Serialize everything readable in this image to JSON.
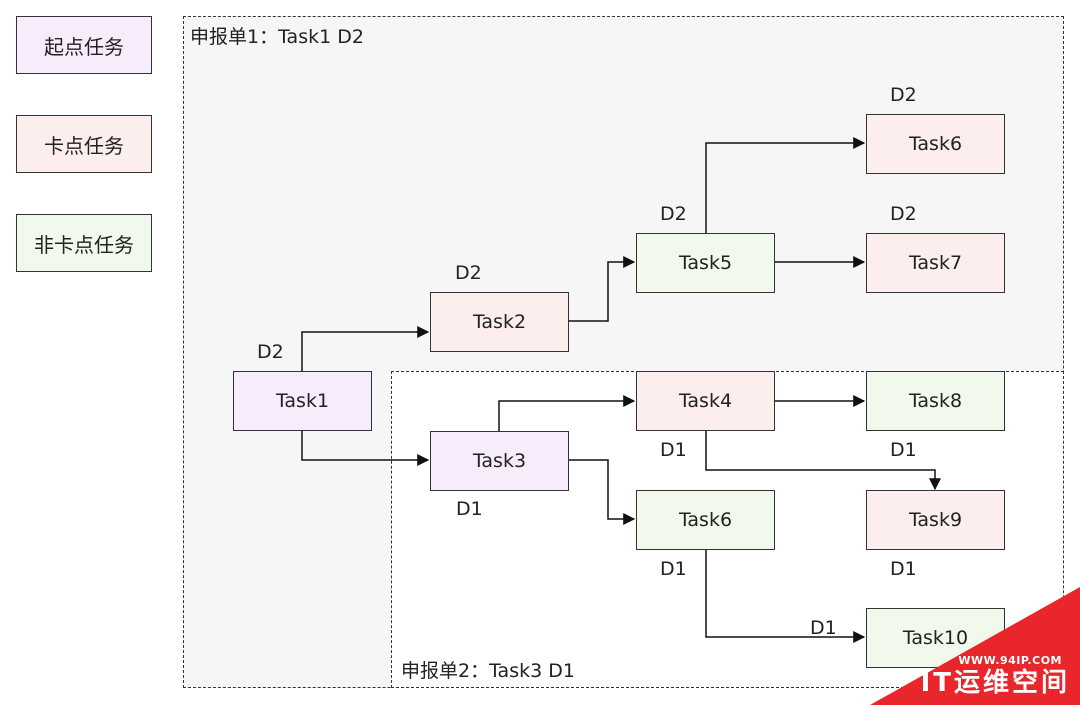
{
  "legend": {
    "start": "起点任务",
    "block": "卡点任务",
    "nonblock": "非卡点任务"
  },
  "groups": {
    "g1": "申报单1：Task1  D2",
    "g2": "申报单2：Task3  D1"
  },
  "nodes": {
    "task1": "Task1",
    "task2": "Task2",
    "task3": "Task3",
    "task4": "Task4",
    "task5": "Task5",
    "task6_top": "Task6",
    "task6_bottom": "Task6",
    "task7": "Task7",
    "task8": "Task8",
    "task9": "Task9",
    "task10": "Task10"
  },
  "labels": {
    "task1": "D2",
    "task2": "D2",
    "task3": "D1",
    "task4": "D1",
    "task5": "D2",
    "task6_top": "D2",
    "task6_bottom": "D1",
    "task7": "D2",
    "task8": "D1",
    "task9": "D1",
    "task10": "D1"
  },
  "colors": {
    "start": "#f6ecfc",
    "block": "#fbeeed",
    "nonblock": "#f1f8ec",
    "watermark": "#e8262b"
  },
  "watermark": {
    "url": "WWW.94IP.COM",
    "name": "IT运维空间"
  }
}
